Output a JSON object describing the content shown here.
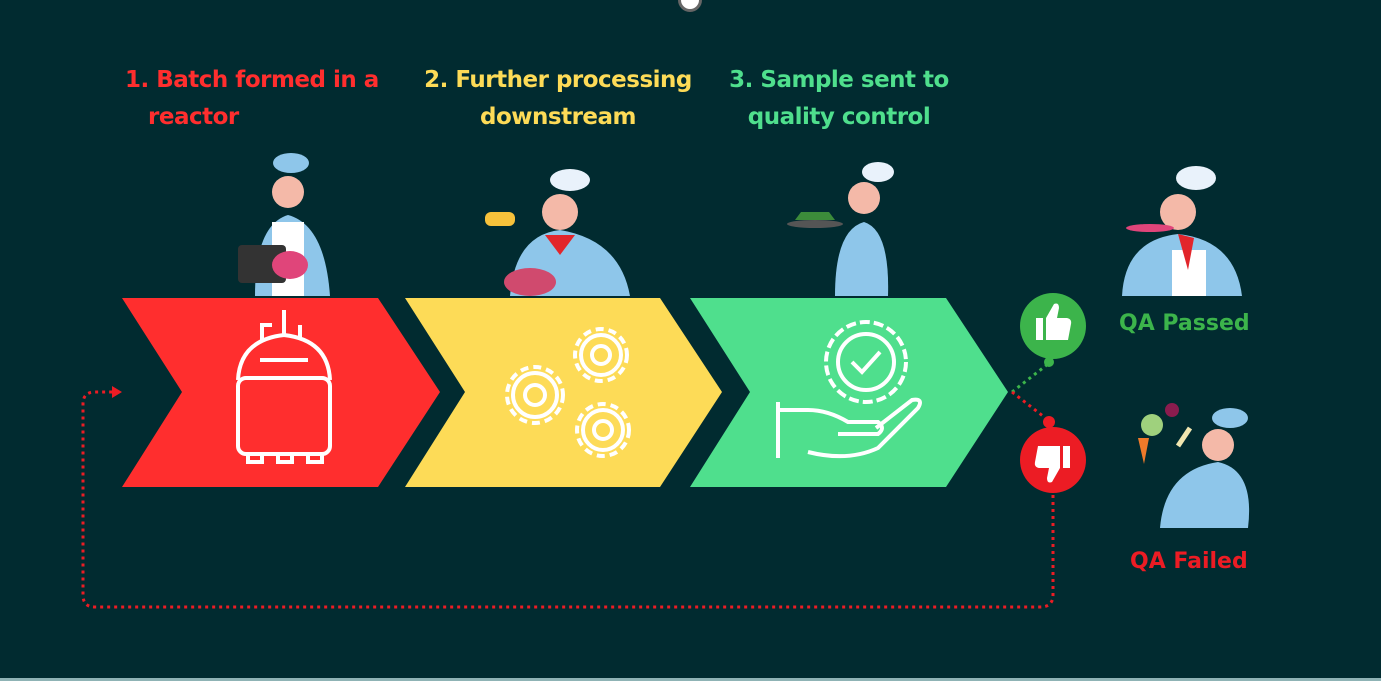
{
  "steps": [
    {
      "line1": "1. Batch formed in a",
      "line2": "reactor",
      "color": "#ff2e2e",
      "icon": "reactor-icon"
    },
    {
      "line1": "2. Further processing",
      "line2": "downstream",
      "color": "#fddb57",
      "icon": "gears-icon"
    },
    {
      "line1": "3. Sample sent to",
      "line2": "quality control",
      "color": "#4fdf8d",
      "icon": "quality-badge-hand-icon"
    }
  ],
  "outcomes": {
    "passed": {
      "label": "QA Passed",
      "color": "#3cb44b",
      "icon": "thumbs-up-icon"
    },
    "failed": {
      "label": "QA Failed",
      "color": "#ec1c24",
      "icon": "thumbs-down-icon"
    }
  },
  "background": "#012b30"
}
